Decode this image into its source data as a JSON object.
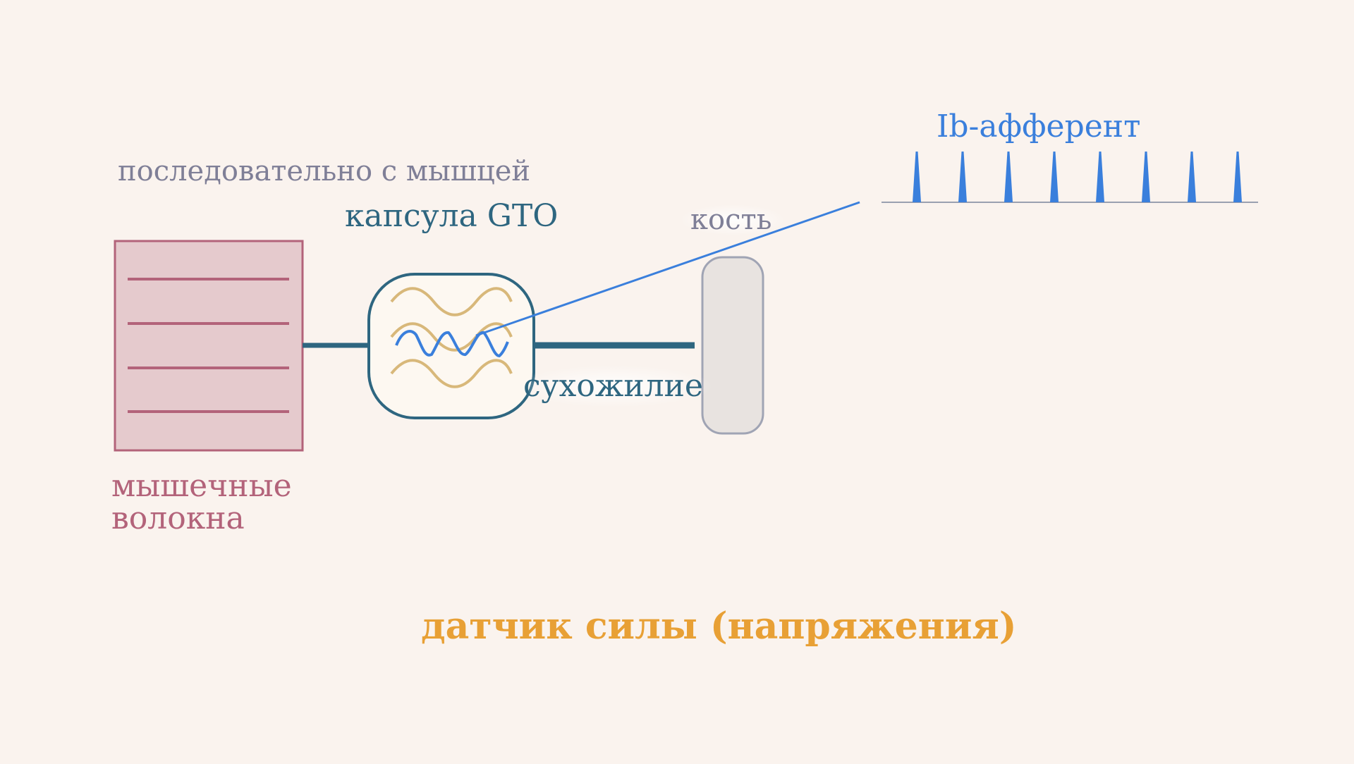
{
  "colors": {
    "background": "#faf3ee",
    "muscle": "#b3637a",
    "muscle_fill": "#e5cacd",
    "tendon": "#2e6680",
    "collagen": "#d8b87a",
    "afferent": "#3a7fdc",
    "bone_fill": "#e8e3e0",
    "bone_stroke": "#a0a4b4",
    "gray_text": "#7f7f97",
    "orange": "#e8a035"
  },
  "labels": {
    "series_note": "последовательно с мышцей",
    "capsule": "капсула GTO",
    "bone": "кость",
    "afferent": "Ib-афферент",
    "tendon": "сухожилие",
    "muscle_line1": "мышечные",
    "muscle_line2": "волокна",
    "caption": "датчик силы (напряжения)"
  },
  "spike_train": {
    "spike_count": 8
  }
}
